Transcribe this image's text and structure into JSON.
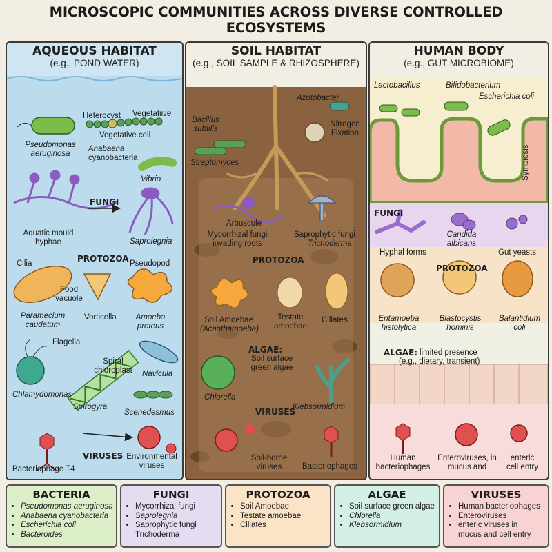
{
  "title": "MICROSCOPIC COMMUNITIES ACROSS DIVERSE CONTROLLED ECOSYSTEMS",
  "panels": {
    "aqueous": {
      "title": "AQUEOUS HABITAT",
      "subtitle": "(e.g., POND WATER)",
      "labels": {
        "heterocyst": "Heterocyst",
        "vegetative": "Vegetatiive",
        "vegetative_cell": "Vegetative cell",
        "pseudomonas": "Pseudomonas aeruginosa",
        "anabaena": "Anabaena",
        "cyanobacteria": "cyanobacteria",
        "vibrio": "Vibrio",
        "fungi": "FUNGI",
        "aquatic_mould": "Aquatic mould hyphae",
        "saprolegnia": "Saprolegnia",
        "protozoa": "PROTOZOA",
        "cilia": "Cilia",
        "pseudopod": "Pseudopod",
        "food_vacuole": "Food vacuole",
        "paramecium": "Paramecium caudatum",
        "vorticella": "Vorticella",
        "amoeba": "Amoeba proteus",
        "flagella": "Flagella",
        "spiral": "Spiral chloroplast",
        "navicula": "Navicula",
        "chlamydomonas": "Chlamydomonas",
        "spirogyra": "Spirogyra",
        "scenedesmus": "Scenedesmus",
        "viruses": "VIRUSES",
        "bacteriophage": "Bacteriophage T4",
        "environmental": "Environmental viruses"
      }
    },
    "soil": {
      "title": "SOIL HABITAT",
      "subtitle": "(e.g., SOIL SAMPLE & RHIZOSPHERE)",
      "labels": {
        "azotobacter": "Azotobacter",
        "bacillus": "Bacillus subtilis",
        "nitrogen": "Nitrogen Fixation",
        "streptomyces": "Streptomyces",
        "arbuscule": "Arbuscule",
        "mycorrhizal": "Mycorrhizal fungi invading roots",
        "saprophytic": "Saprophytic fungi",
        "trichoderma": "Trichoderma",
        "protozoa": "PROTOZOA",
        "soil_amoebae": "Soil Amoebae",
        "acanthamoeba": "(Acanthamoeba)",
        "testate": "Testate amoebae",
        "ciliates": "Ciliates",
        "algae": "ALGAE:",
        "algae_desc": "Soil surface green algae",
        "chlorella": "Chlorella",
        "klebsormidium": "Klebsormidium",
        "viruses": "VIRUSES",
        "soil_borne": "Soil-borne viruses",
        "bacteriophages": "Bacteriophages"
      }
    },
    "human": {
      "title": "HUMAN BODY",
      "subtitle": "(e.g., GUT MICROBIOME)",
      "labels": {
        "lactobacillus": "Lactobacillus",
        "bifidobacterium": "Bifidobacterium",
        "ecoli": "Escherichia coli",
        "symbiosis": "Symbiosis",
        "fungi": "FUNGI",
        "hyphal": "Hyphal forms",
        "candida": "Candida albicans",
        "gut_yeasts": "Gut yeasts",
        "protozoa": "PROTOZOA",
        "entamoeba": "Entamoeba histolytica",
        "blastocystis": "Blastocystis hominis",
        "balantidium": "Balantidium coli",
        "algae": "ALGAE:",
        "algae_desc": "limited presence",
        "algae_eg": "(e.g., dietary, transient)",
        "human_bact": "Human bacteriophages",
        "enteroviruses": "Enteroviruses, in mucus and",
        "enteric": "enteric cell entry"
      }
    }
  },
  "legend": [
    {
      "title": "BACTERIA",
      "items": [
        "Pseudomonas aeruginosa",
        "Anabaena cyanobacteria",
        "Escherichia coli",
        "Bacteroides"
      ]
    },
    {
      "title": "FUNGI",
      "items": [
        "Mycorrhizal fungi",
        "Saprolegnia",
        "Saprophytic fungi Trichoderma"
      ]
    },
    {
      "title": "PROTOZOA",
      "items": [
        "Soil Amoebae",
        "Testate amoebae",
        "Ciliates"
      ]
    },
    {
      "title": "ALGAE",
      "items": [
        "Soil surface green algae",
        "Chlorella",
        "Klebsormidium"
      ]
    },
    {
      "title": "VIRUSES",
      "items": [
        "Human bacteriophages",
        "Enteroviruses",
        "enteric viruses in mucus and cell entry"
      ]
    }
  ],
  "colors": {
    "water": "#cfe6f2",
    "soil": "#8a6240",
    "gut_fungi": "#e7d6ee",
    "gut_protozoa": "#f6e3c8",
    "bacteria_box": "#dcefc8",
    "fungi_box": "#e6dcf2",
    "protozoa_box": "#fbe3c8",
    "algae_box": "#d3efe6",
    "viruses_box": "#f7d3d3"
  }
}
